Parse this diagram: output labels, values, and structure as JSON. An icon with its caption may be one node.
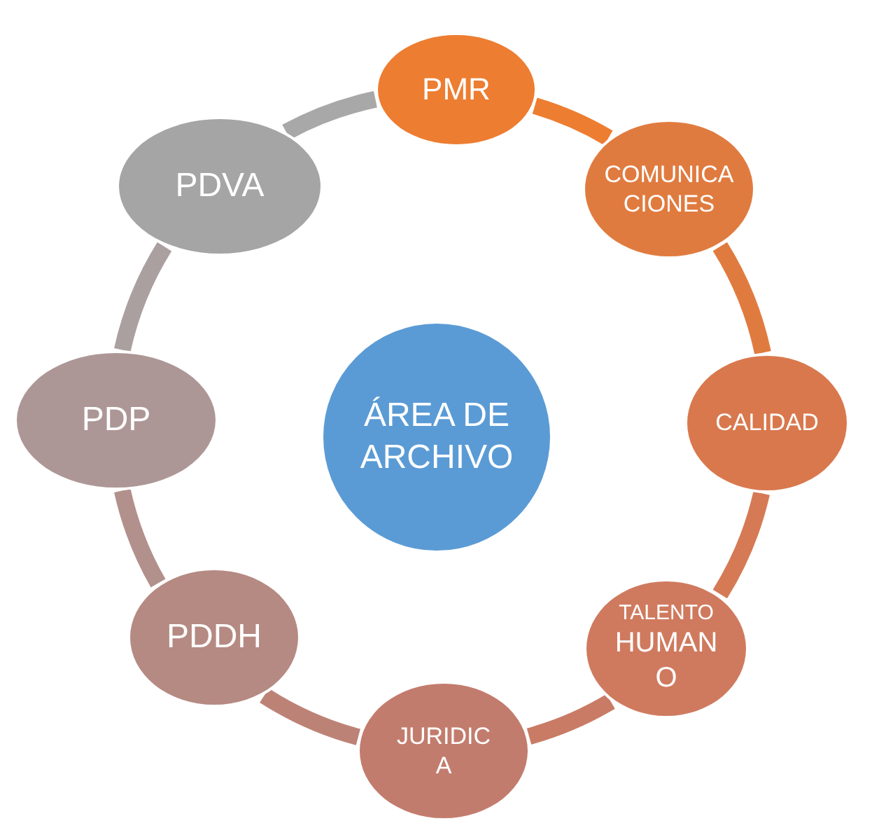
{
  "diagram": {
    "nodes": [
      {
        "text": [
          "ÁREA DE ARCHIVO"
        ]
      },
      {
        "text": [
          "PMR"
        ]
      },
      {
        "text": [
          "COMUNICACIONES"
        ]
      },
      {
        "text": [
          "CALIDAD"
        ]
      },
      {
        "text": [
          "TALENTO",
          "HUMANO"
        ]
      },
      {
        "text": [
          "JURIDICA"
        ]
      },
      {
        "text": [
          "PDDH"
        ]
      },
      {
        "text": [
          "PDP"
        ]
      },
      {
        "text": [
          "PDVA"
        ]
      }
    ],
    "edges": [
      {
        "from": 1,
        "to": 2,
        "arrow": "none",
        "color": "#ed7d31"
      },
      {
        "from": 2,
        "to": 3,
        "arrow": "none",
        "color": "#e07b3f"
      },
      {
        "from": 3,
        "to": 4,
        "arrow": "none",
        "color": "#d57a55"
      },
      {
        "from": 4,
        "to": 5,
        "arrow": "none",
        "color": "#c97b65"
      },
      {
        "from": 5,
        "to": 6,
        "arrow": "none",
        "color": "#bd8276"
      },
      {
        "from": 6,
        "to": 7,
        "arrow": "none",
        "color": "#b2908c"
      },
      {
        "from": 7,
        "to": 8,
        "arrow": "none",
        "color": "#aba0a0"
      },
      {
        "from": 8,
        "to": 1,
        "arrow": "none",
        "color": "#a8a8a8"
      }
    ]
  }
}
